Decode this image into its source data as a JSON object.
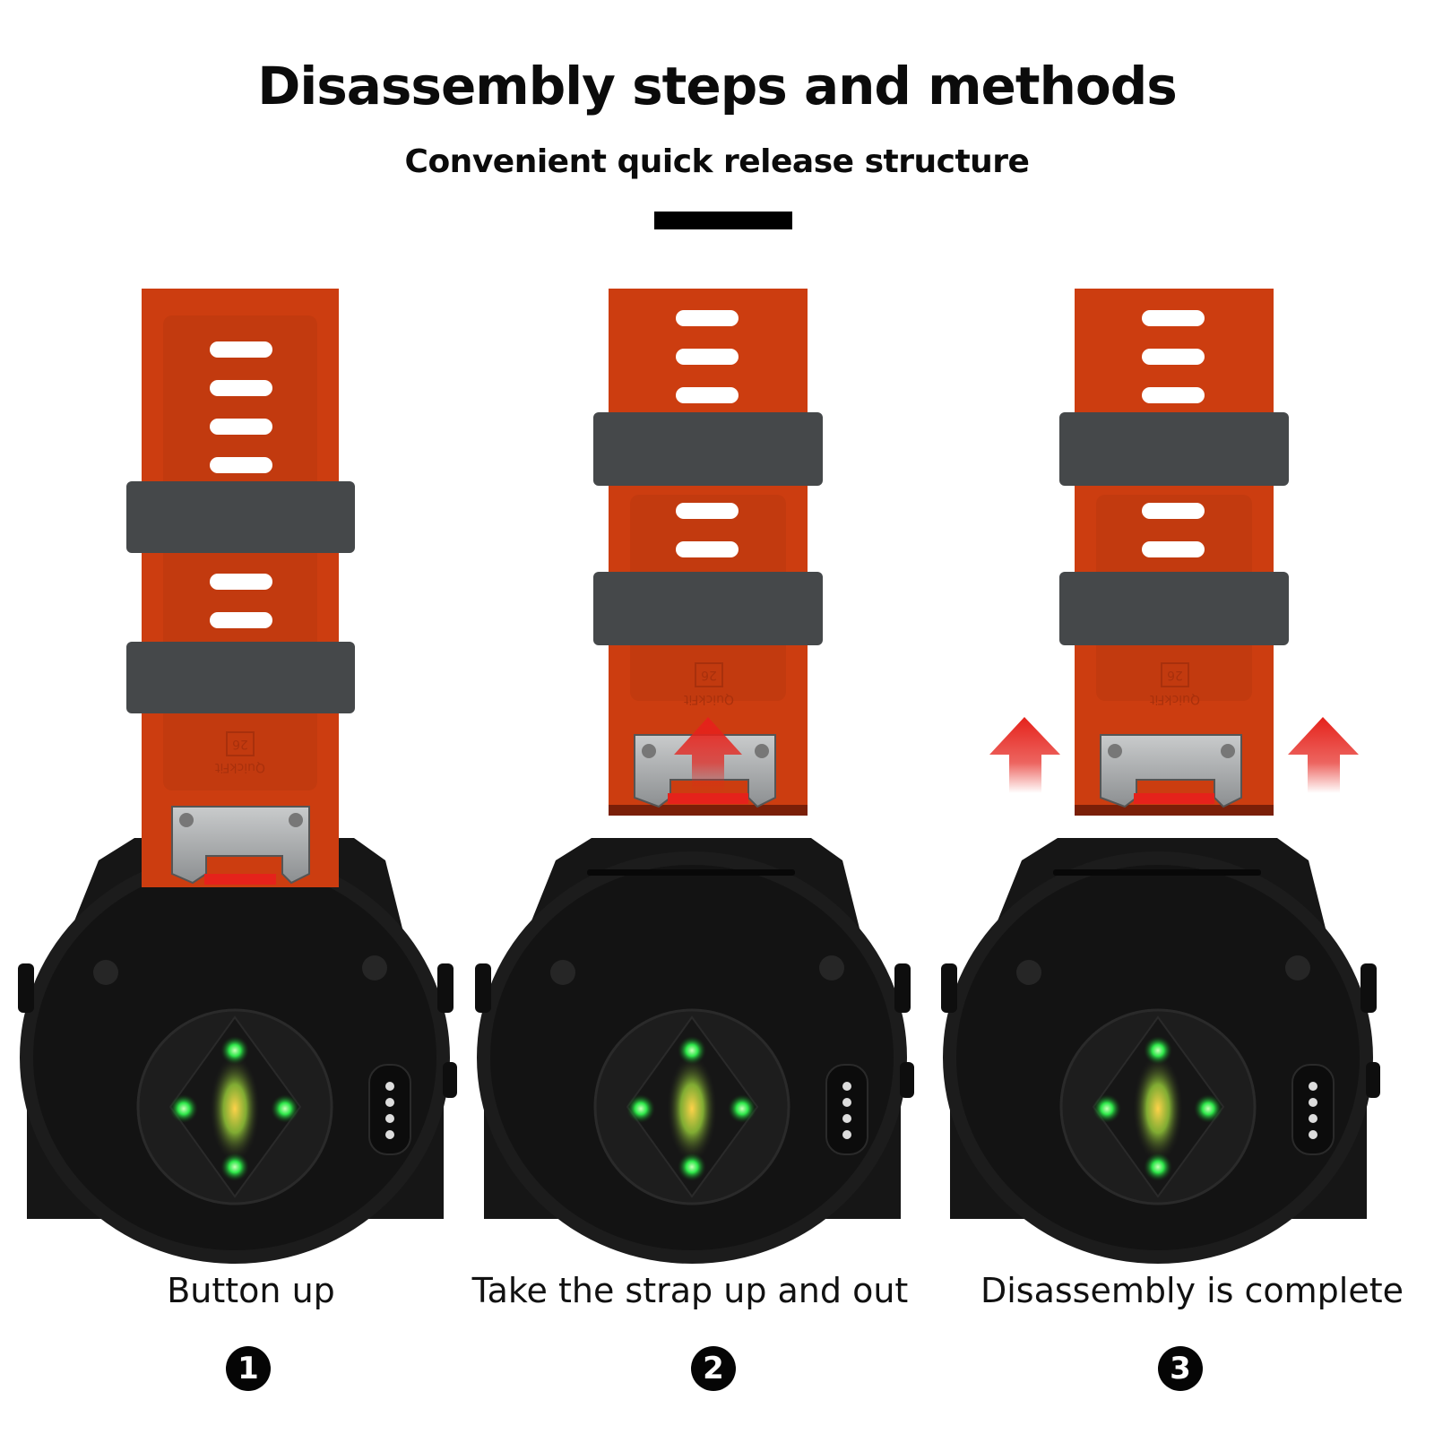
{
  "header": {
    "title": "Disassembly steps and methods",
    "subtitle": "Convenient quick release structure"
  },
  "strap_marking": {
    "brand": "QuickFit",
    "size": "26"
  },
  "steps": [
    {
      "number": "1",
      "caption": "Button up"
    },
    {
      "number": "2",
      "caption": "Take the strap up and out"
    },
    {
      "number": "3",
      "caption": "Disassembly is complete"
    }
  ],
  "colors": {
    "strap": "#cc3d10",
    "strap_shade": "#b8360d",
    "keeper": "#45484a",
    "watch_body": "#161616",
    "sensor_green": "#2ee84a",
    "arrow_red": "#e5221b"
  },
  "icons": [
    "up-arrow-icon",
    "step-number-badge"
  ]
}
